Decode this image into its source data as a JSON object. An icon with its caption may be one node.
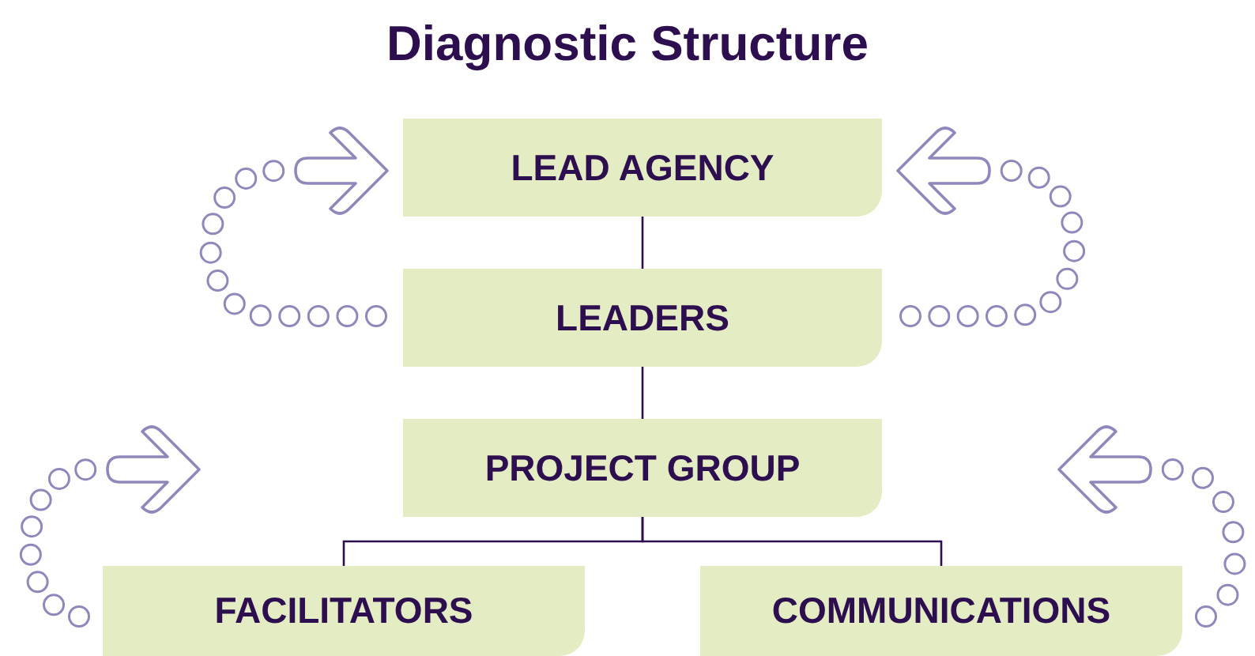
{
  "diagram": {
    "title": "Diagnostic Structure",
    "nodes": [
      {
        "text": [
          "LEAD AGENCY"
        ]
      },
      {
        "text": [
          "LEADERS"
        ]
      },
      {
        "text": [
          "PROJECT GROUP"
        ]
      },
      {
        "text": [
          "FACILITATORS"
        ]
      },
      {
        "text": [
          "COMMUNICATIONS"
        ]
      }
    ],
    "edges": [
      {
        "from": 0,
        "to": 1,
        "arrow": "none"
      },
      {
        "from": 1,
        "to": 2,
        "arrow": "none"
      },
      {
        "from": 2,
        "to": 3,
        "arrow": "none"
      },
      {
        "from": 2,
        "to": 4,
        "arrow": "none"
      }
    ]
  }
}
